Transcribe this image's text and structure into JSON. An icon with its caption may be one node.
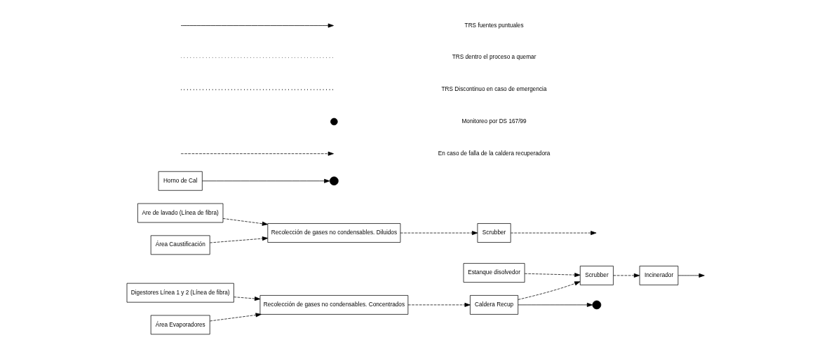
{
  "diagram": {
    "nodes": [
      {
        "text": [
          "Digestores Línea 1 y 2 (Línea de fibra)"
        ]
      },
      {
        "text": [
          "Área Evaporadores"
        ]
      },
      {
        "text": [
          "Are de lavado (Línea de fibra)"
        ]
      },
      {
        "text": [
          "Área Caustificación"
        ]
      },
      {
        "text": [
          "Recolección de gases no condensables. Concentrados"
        ]
      },
      {
        "text": [
          "Recolección de gases no condensables. Diluidos"
        ]
      },
      {
        "text": [
          "Scrubber"
        ]
      },
      {
        "text": [
          "Caldera Recup"
        ]
      },
      {
        "text": [
          "Incinerador"
        ]
      },
      {
        "text": [
          "Horno de Cal"
        ]
      },
      {
        "text": [
          "Scrubber"
        ]
      },
      {
        "text": [
          "Estanque disolvedor"
        ]
      },
      {
        "text": [],
        "shape": "circle"
      },
      {
        "text": [],
        "shape": "circle"
      }
    ],
    "edges": [
      {
        "from": 0,
        "to": 4,
        "arrow": "to",
        "style": "dashed"
      },
      {
        "from": 1,
        "to": 4,
        "arrow": "to",
        "style": "dashed"
      },
      {
        "from": 2,
        "to": 5,
        "arrow": "to",
        "style": "dashed"
      },
      {
        "from": 3,
        "to": 5,
        "arrow": "to",
        "style": "dashed"
      },
      {
        "from": 4,
        "to": 7,
        "arrow": "to",
        "style": "dashed"
      },
      {
        "from": 5,
        "to": 6,
        "arrow": "to",
        "style": "dashed"
      },
      {
        "from": 7,
        "to": 10,
        "arrow": "to",
        "style": "dashed"
      },
      {
        "from": 11,
        "to": 10,
        "arrow": "to",
        "style": "dashed"
      },
      {
        "from": 10,
        "to": 8,
        "arrow": "to",
        "style": "dashed"
      },
      {
        "from": 7,
        "to": 12,
        "arrow": "to"
      },
      {
        "from": 8,
        "to": null,
        "arrow": "to"
      },
      {
        "from": 9,
        "to": 13,
        "arrow": "to"
      },
      {
        "from": 6,
        "to": null,
        "arrow": "to",
        "style": "dashed"
      }
    ],
    "legend": [
      {
        "text": "TRS fuentes puntuales"
      },
      {
        "text": "TRS dentro el proceso a quemar"
      },
      {
        "text": "TRS Discontinuo en caso de emergencia"
      },
      {
        "text": "Monitoreo por DS 167/99"
      },
      {
        "text": "En caso de falla de la caldera recuperadora"
      }
    ]
  }
}
